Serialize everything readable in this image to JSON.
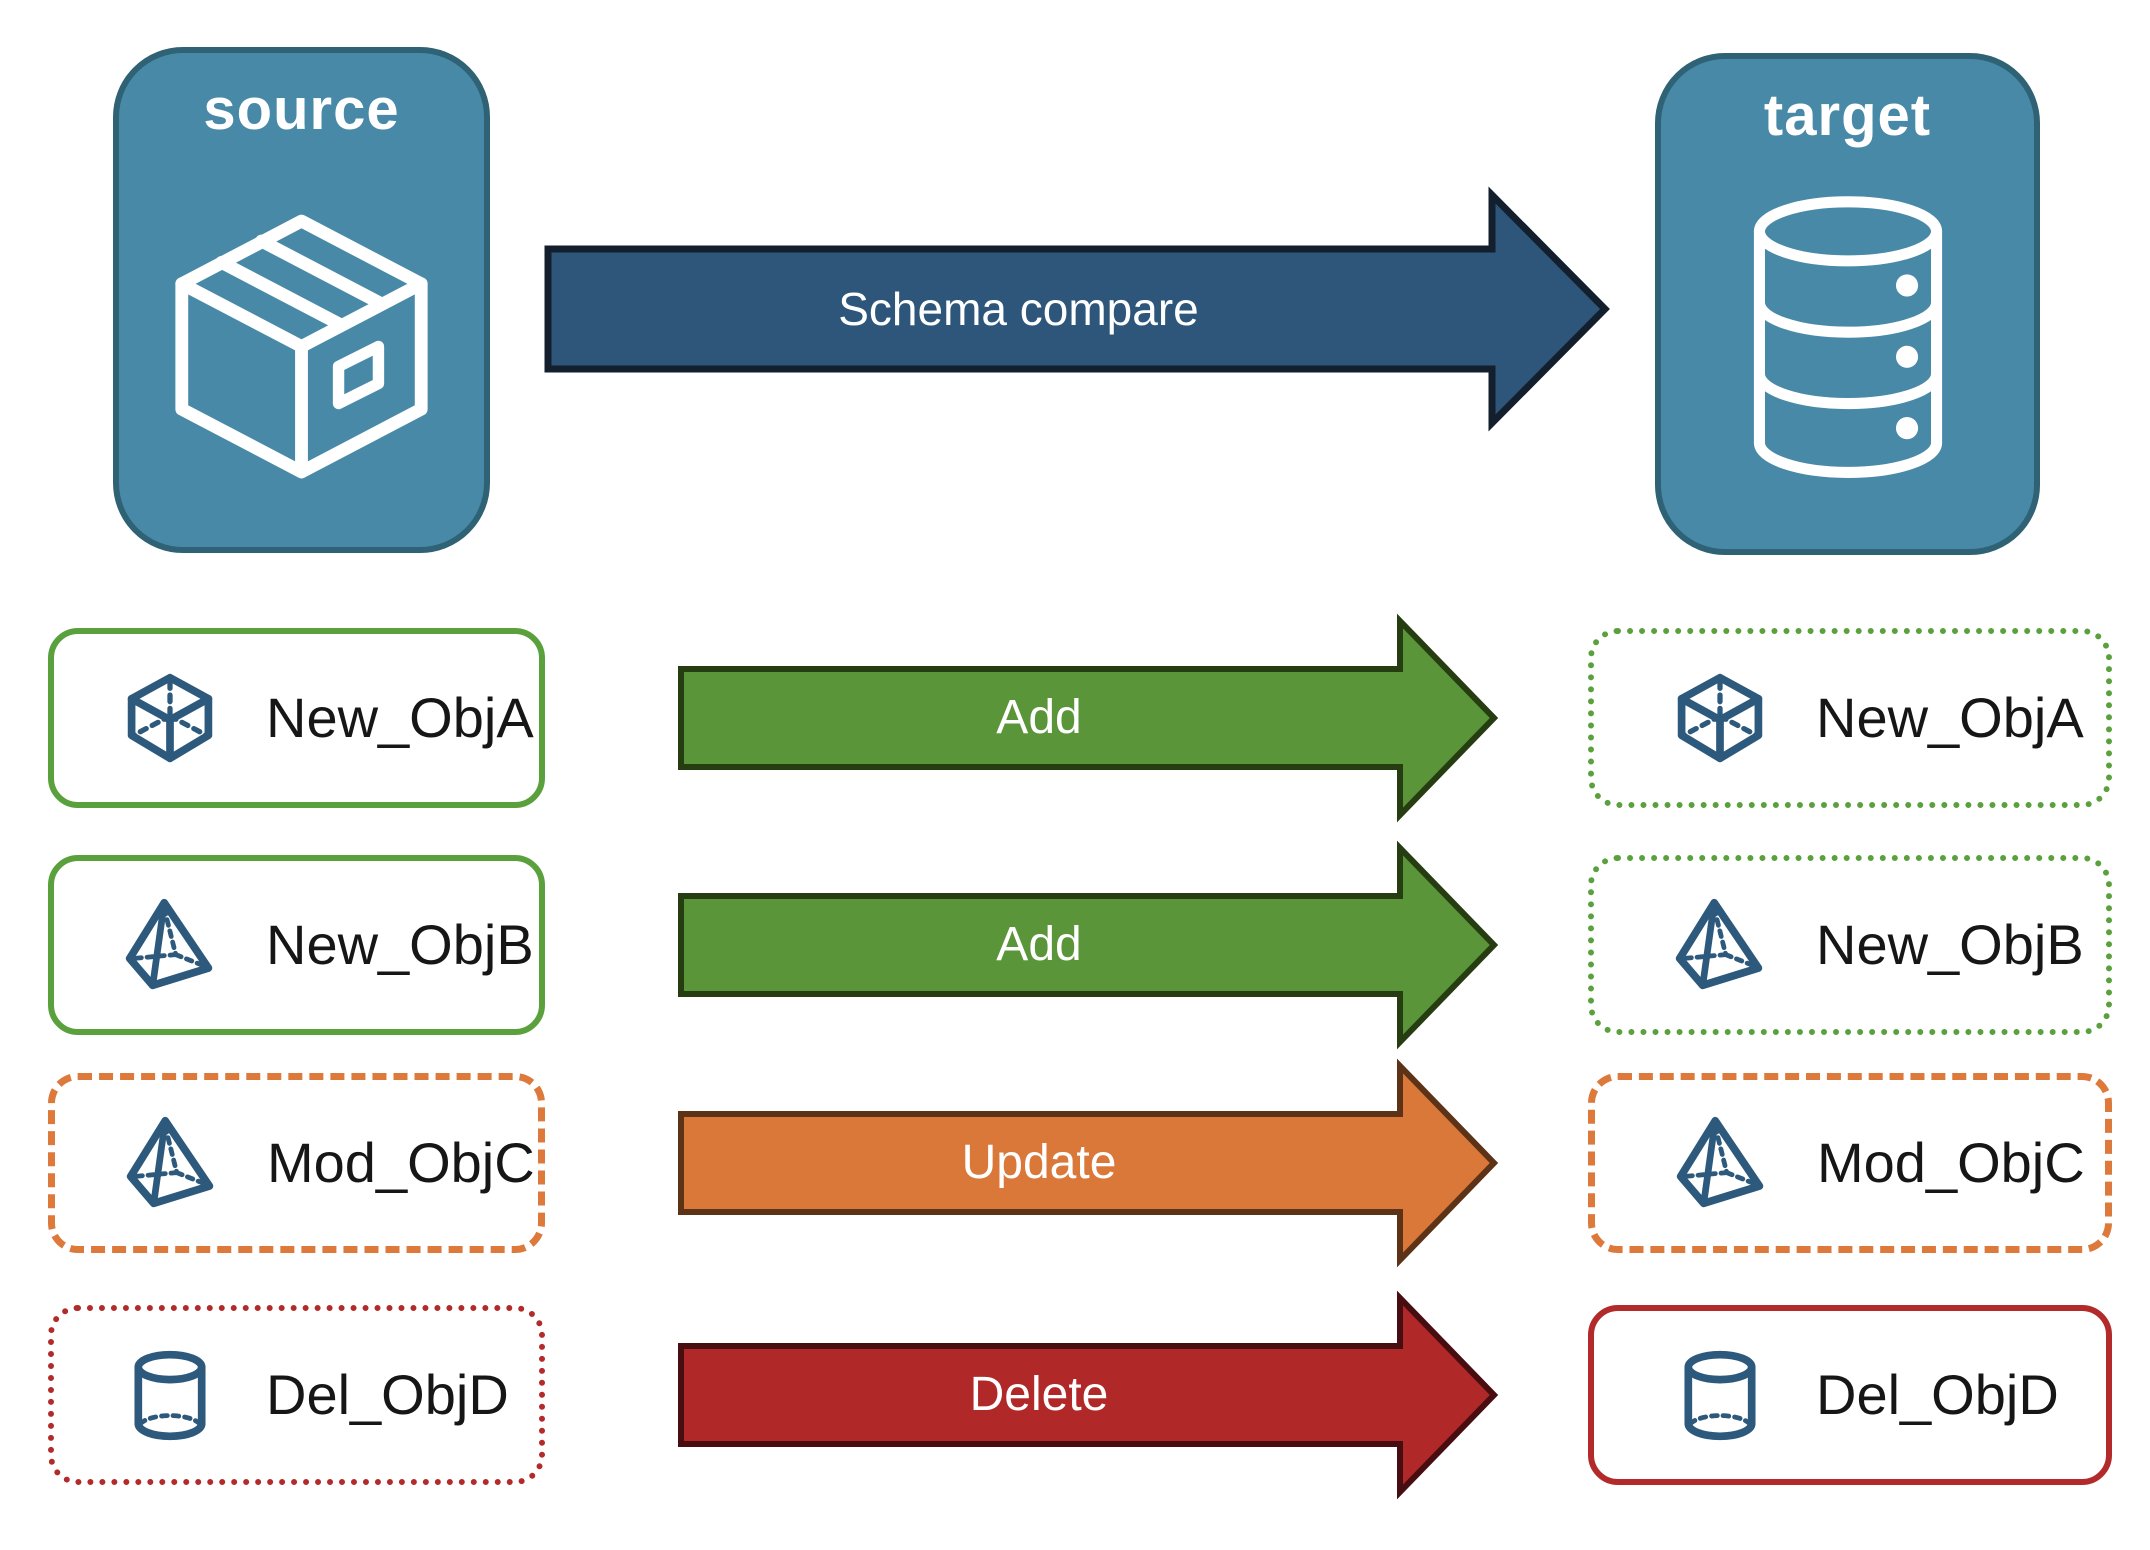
{
  "diagram": {
    "source_node": {
      "label": "source",
      "icon": "package-box-icon"
    },
    "target_node": {
      "label": "target",
      "icon": "database-icon"
    },
    "compare_arrow": {
      "label": "Schema compare"
    }
  },
  "rows": [
    {
      "object_name": "New_ObjA",
      "icon": "cube-icon",
      "action": "Add",
      "action_class": "arrow-add",
      "source_style": "solid-green",
      "target_style": "dotted-green"
    },
    {
      "object_name": "New_ObjB",
      "icon": "pyramid-icon",
      "action": "Add",
      "action_class": "arrow-add",
      "source_style": "solid-green",
      "target_style": "dotted-green"
    },
    {
      "object_name": "Mod_ObjC",
      "icon": "pyramid-icon",
      "action": "Update",
      "action_class": "arrow-update",
      "source_style": "dashed-orange",
      "target_style": "dashed-orange"
    },
    {
      "object_name": "Del_ObjD",
      "icon": "cylinder-icon",
      "action": "Delete",
      "action_class": "arrow-delete",
      "source_style": "dotted-red",
      "target_style": "solid-red"
    }
  ],
  "colors": {
    "node_fill": "#4889a7",
    "node_border": "#2e6274",
    "node_text": "#ffffff",
    "compare_fill": "#2d567a",
    "compare_stroke": "#141f2e",
    "add_fill": "#5a9639",
    "add_stroke": "#263d12",
    "update_fill": "#d97839",
    "update_stroke": "#5d3317",
    "delete_fill": "#b02828",
    "delete_stroke": "#470d10",
    "green_border": "#5aa13d",
    "orange_border": "#dd7a3b",
    "red_border": "#b22a2a",
    "icon_blue": "#2d597c",
    "label_text": "#161616",
    "arrow_text": "#ffffff"
  }
}
